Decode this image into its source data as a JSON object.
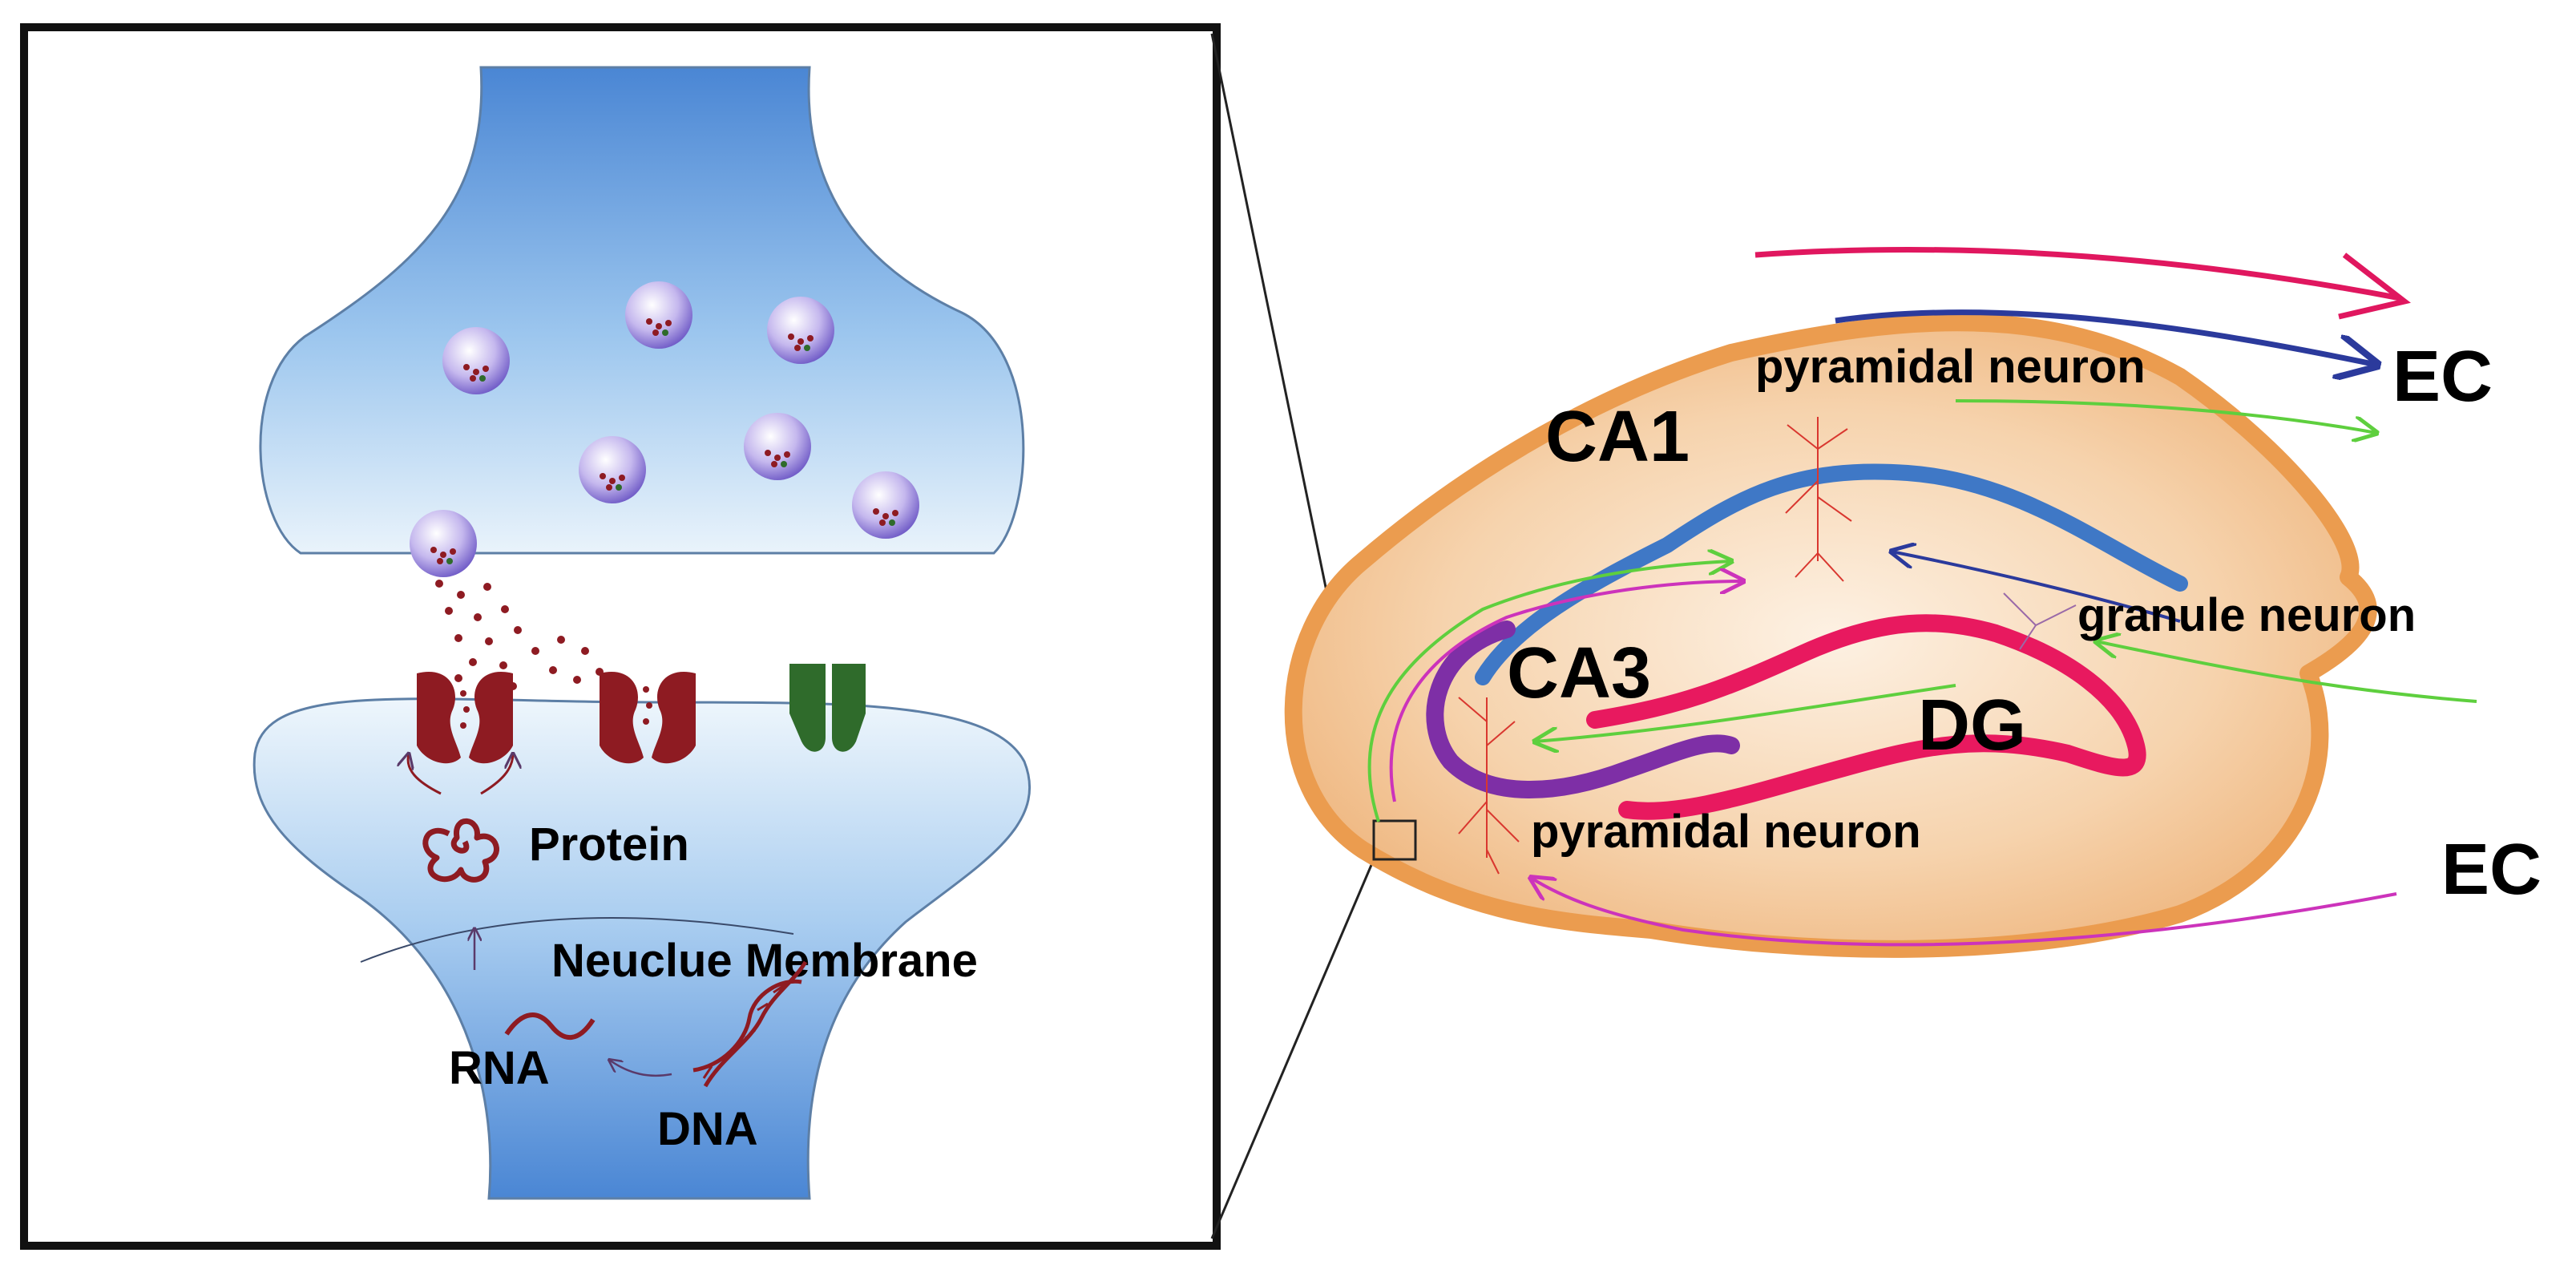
{
  "synapse_panel": {
    "protein_label": "Protein",
    "membrane_label": "Neuclue Membrane",
    "rna_label": "RNA",
    "dna_label": "DNA"
  },
  "hippocampus_panel": {
    "ca1_label": "CA1",
    "ca3_label": "CA3",
    "dg_label": "DG",
    "ec_top_label": "EC",
    "ec_bottom_label": "EC",
    "pyramidal_top_label": "pyramidal neuron",
    "pyramidal_bottom_label": "pyramidal neuron",
    "granule_label": "granule neuron"
  },
  "colors": {
    "terminal_blue": "#4a86d4",
    "receptor_red": "#8e1b22",
    "receptor_green": "#2f6b2b",
    "hippo_orange": "#e9a25e",
    "ca1_blue": "#3f78c6",
    "ca3_purple": "#7e2fa6",
    "dg_pink": "#e8195f",
    "arrow_green": "#5ecf3e",
    "arrow_magenta": "#cc33bb",
    "arrow_navy": "#2b3a9c"
  }
}
